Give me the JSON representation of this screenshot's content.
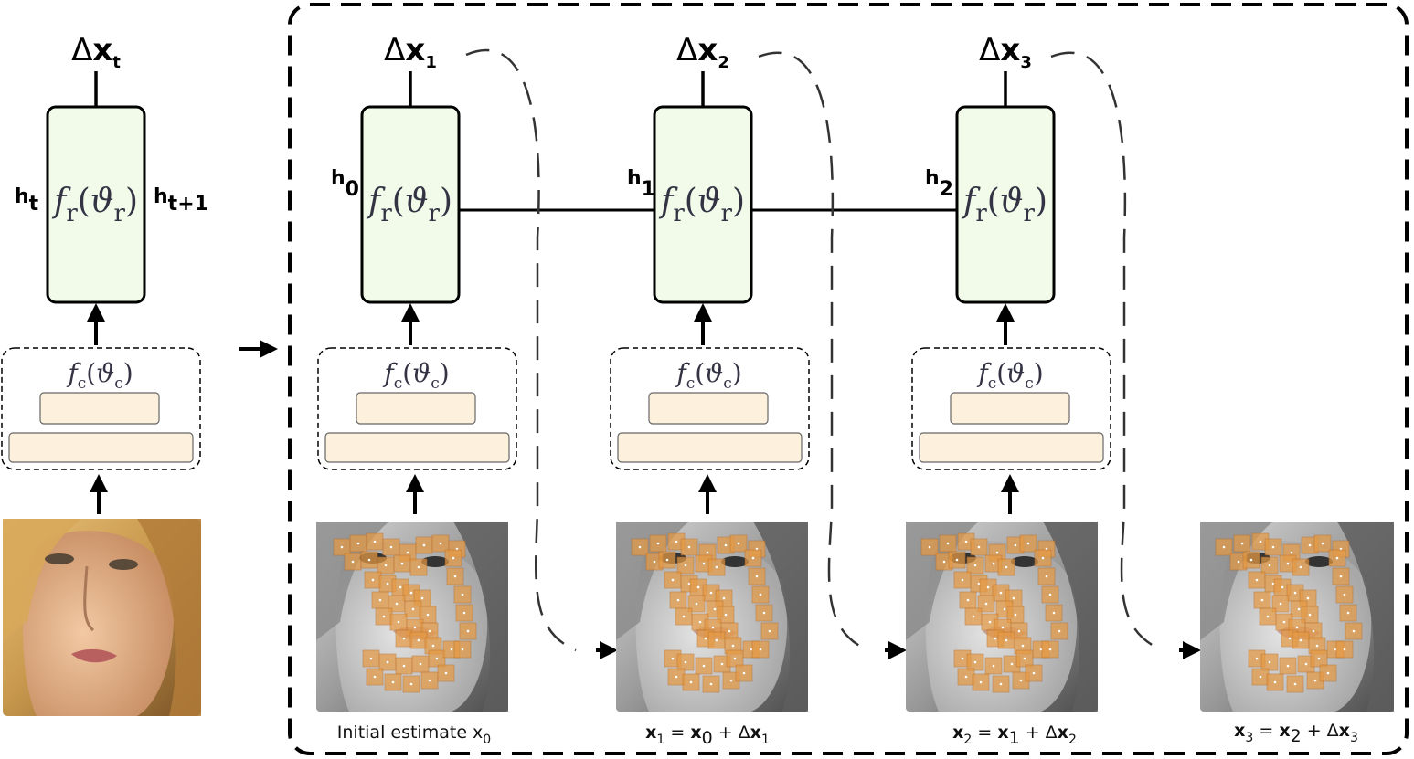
{
  "standalone": {
    "output": {
      "delta": "Δ",
      "var": "x",
      "sub": "t"
    },
    "hidden_in": {
      "var": "h",
      "sub": "t"
    },
    "hidden_out": {
      "var": "h",
      "sub": "t+1"
    }
  },
  "recurrent_fn": {
    "f": "f",
    "sub": "r",
    "theta": "ϑ"
  },
  "conv_fn": {
    "f": "f",
    "sub": "c",
    "theta": "ϑ"
  },
  "steps": [
    {
      "output": {
        "delta": "Δ",
        "var": "x",
        "sub": "1"
      },
      "hidden": {
        "var": "h",
        "sub": "0"
      },
      "caption": {
        "text": "Initial estimate x",
        "sub": "0"
      }
    },
    {
      "output": {
        "delta": "Δ",
        "var": "x",
        "sub": "2"
      },
      "hidden": {
        "var": "h",
        "sub": "1"
      },
      "caption": {
        "lhs": "x",
        "lhs_sub": "1",
        "eq": " = ",
        "a": "x",
        "a_sub": "0",
        "plus": " + Δ",
        "b": "x",
        "b_sub": "1"
      }
    },
    {
      "output": {
        "delta": "Δ",
        "var": "x",
        "sub": "3"
      },
      "hidden": {
        "var": "h",
        "sub": "2"
      },
      "caption": {
        "lhs": "x",
        "lhs_sub": "2",
        "eq": " = ",
        "a": "x",
        "a_sub": "1",
        "plus": " + Δ",
        "b": "x",
        "b_sub": "2"
      }
    }
  ],
  "final_caption": {
    "lhs": "x",
    "lhs_sub": "3",
    "eq": " = ",
    "a": "x",
    "a_sub": "2",
    "plus": " + Δ",
    "b": "x",
    "b_sub": "3"
  },
  "colors": {
    "recurrent_box_fill": "#f2fbe9",
    "conv_layer_fill": "#fdf0dc",
    "landmark_patch": "#e59a45",
    "photo_warm": "#c99a4e",
    "line": "#000000"
  }
}
